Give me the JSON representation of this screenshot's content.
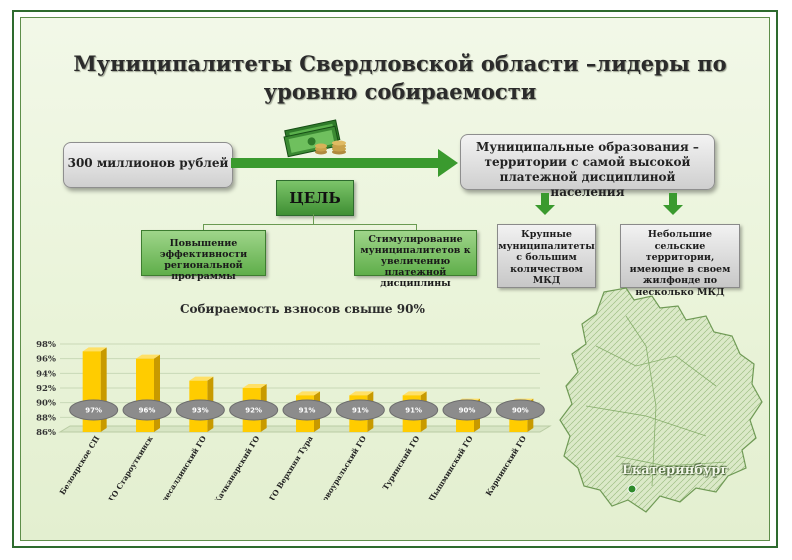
{
  "title": "Муниципалитеты Свердловской области –лидеры по уровню собираемости",
  "money_box": "300 миллионов рублей",
  "territories_box": "Муниципальные образования – территории с самой высокой платежной дисциплиной населения",
  "goal": "ЦЕЛЬ",
  "goal_items": [
    "Повышение эффективности региональной программы",
    "Стимулирование муниципалитетов к увеличению платежной дисциплины"
  ],
  "categories": [
    "Крупные муниципалитеты с большим количеством МКД",
    "Небольшие сельские территории, имеющие в своем жилфонде по несколько МКД"
  ],
  "map_label": "Екатеринбург",
  "colors": {
    "green": "#3a9a2e",
    "bar": "#ffcc00",
    "bar_side": "#c89a00",
    "bubble": "#8c8c8c"
  },
  "chart_data": {
    "type": "bar",
    "title": "Собираемость взносов свыше 90%",
    "categories": [
      "Белоярское СП",
      "ГО Староуткинск",
      "Верхнесалдинский ГО",
      "Качканарский ГО",
      "ГО Верхняя Тура",
      "Новоуральский ГО",
      "Туринский ГО",
      "Пышминский ГО",
      "Карпинский ГО"
    ],
    "values": [
      97,
      96,
      93,
      92,
      91,
      91,
      91,
      90,
      90
    ],
    "value_labels": [
      "97%",
      "96%",
      "93%",
      "92%",
      "91%",
      "91%",
      "91%",
      "90%",
      "90%"
    ],
    "yticks": [
      "86%",
      "88%",
      "90%",
      "92%",
      "94%",
      "96%",
      "98%"
    ],
    "ylim": [
      86,
      98
    ],
    "grid": true
  }
}
